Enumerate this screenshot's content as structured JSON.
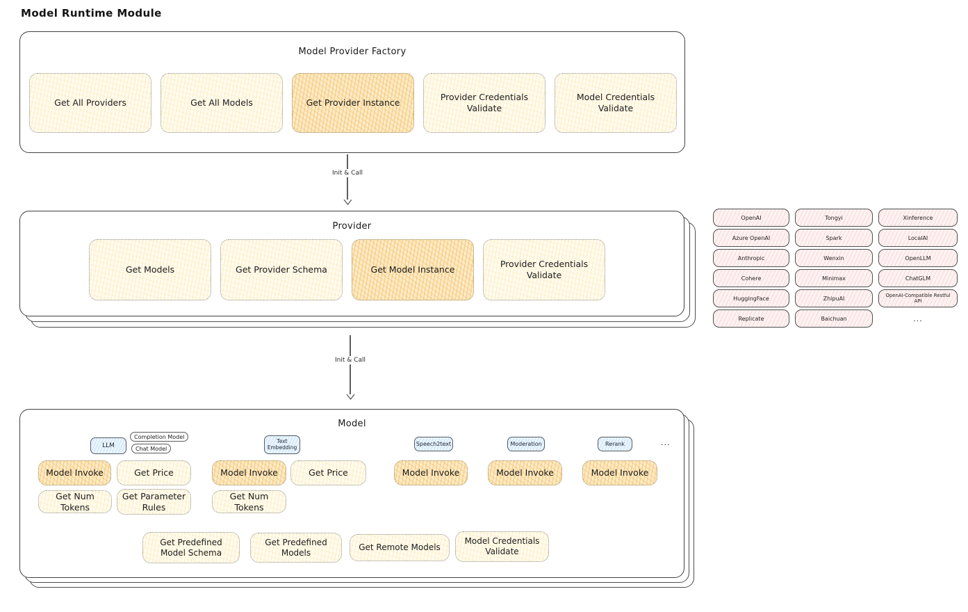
{
  "diagram_title": "Model Runtime Module",
  "colors": {
    "op_fill": "#fffbee",
    "op_hatch": "#f6d88a",
    "op_highlight_fill": "#fcecc9",
    "op_highlight_hatch": "#f3b252",
    "provider_chip_fill": "#fdf2f2",
    "provider_chip_hatch": "#f3a8a8",
    "model_tag_fill": "#ecf5fd",
    "model_tag_hatch": "#8cc4f0",
    "stroke": "#3f3f3f"
  },
  "factory": {
    "title": "Model Provider Factory",
    "items": [
      "Get All Providers",
      "Get All Models",
      "Get Provider Instance",
      "Provider Credentials Validate",
      "Model Credentials Validate"
    ]
  },
  "arrow1": {
    "label": "Init & Call"
  },
  "arrow2": {
    "label": "Init & Call"
  },
  "provider": {
    "title": "Provider",
    "items": [
      "Get Models",
      "Get Provider Schema",
      "Get Model Instance",
      "Provider Credentials Validate"
    ]
  },
  "provider_list": {
    "rows": [
      [
        "OpenAI",
        "Tongyi",
        "Xinference"
      ],
      [
        "Azure OpenAI",
        "Spark",
        "LocalAI"
      ],
      [
        "Anthropic",
        "Wenxin",
        "OpenLLM"
      ],
      [
        "Cohere",
        "Minimax",
        "ChatGLM"
      ],
      [
        "HuggingFace",
        "ZhipuAI",
        "OpenAI-Compatible Restful API"
      ],
      [
        "Replicate",
        "Baichuan"
      ]
    ],
    "more": "..."
  },
  "model": {
    "title": "Model",
    "tags": {
      "llm": "LLM",
      "completion": "Completion Model",
      "chat": "Chat Model",
      "text_embedding": "Text Embedding",
      "speech2text": "Speech2text",
      "moderation": "Moderation",
      "rerank": "Rerank",
      "more": "..."
    },
    "ops_row1": [
      "Model Invoke",
      "Get Price",
      "Model Invoke",
      "Get Price",
      "Model Invoke",
      "Model Invoke",
      "Model Invoke"
    ],
    "ops_row2": [
      "Get Num Tokens",
      "Get Parameter Rules",
      "Get Num Tokens"
    ],
    "bottom_ops": [
      "Get Predefined Model Schema",
      "Get Predefined Models",
      "Get Remote Models",
      "Model Credentials Validate"
    ]
  }
}
